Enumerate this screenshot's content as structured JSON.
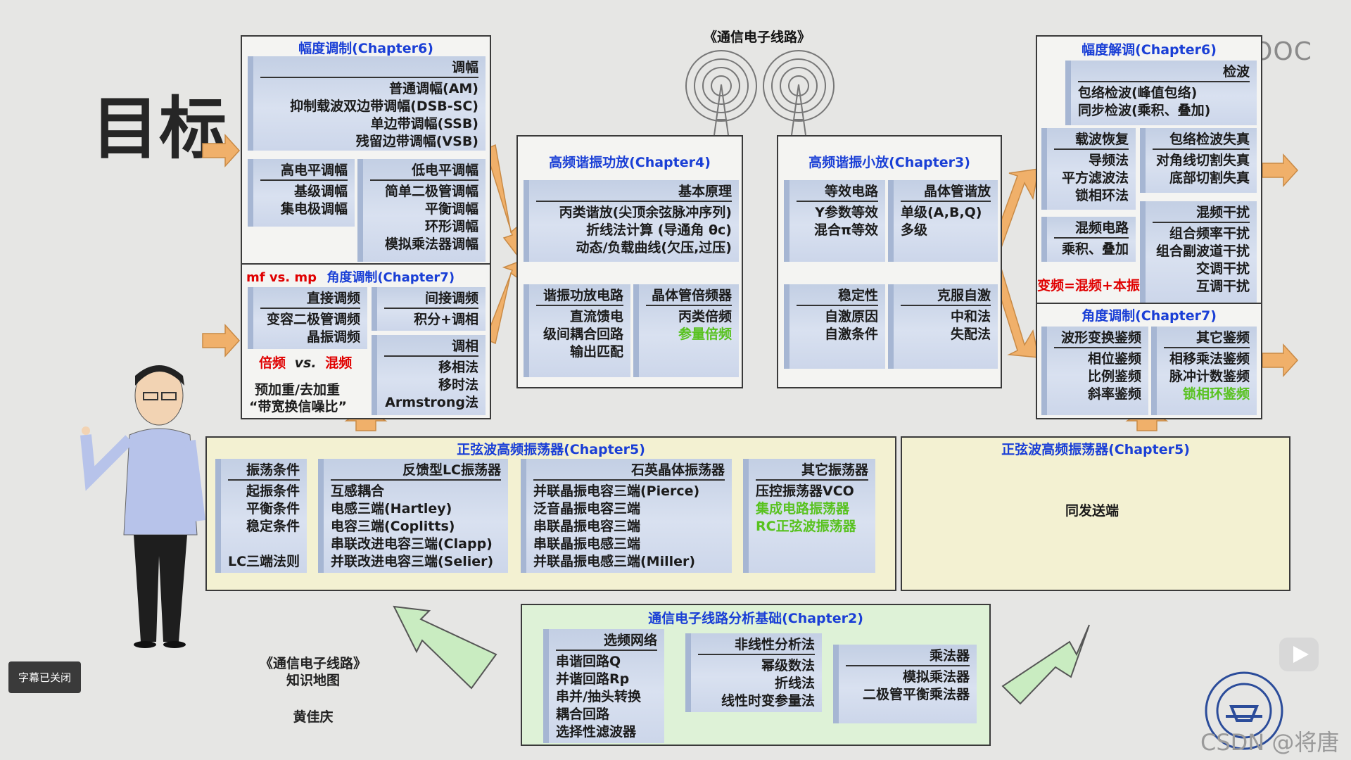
{
  "page_title": "目标",
  "top_title": "《通信电子线路》",
  "watermark": "中国大学MOOC",
  "subtitle_toggle": "字幕已关闭",
  "csdn_mark": "CSDN @将唐",
  "am": {
    "title": "幅度调制(Chapter6)",
    "b1": [
      "调幅",
      "普通调幅(AM)",
      "抑制载波双边带调幅(DSB-SC)",
      "单边带调幅(SSB)",
      "残留边带调幅(VSB)"
    ],
    "b2": [
      "高电平调幅",
      "基级调幅",
      "集电极调幅"
    ],
    "b3": [
      "低电平调幅",
      "简单二极管调幅",
      "平衡调幅",
      "环形调幅",
      "模拟乘法器调幅"
    ]
  },
  "fm": {
    "title_prefix": "mf vs. mp",
    "title": "角度调制(Chapter7)",
    "b1": [
      "直接调频",
      "变容二极管调频",
      "晶振调频"
    ],
    "b2": [
      "间接调频",
      "积分+调相"
    ],
    "b3": [
      "调相",
      "移相法",
      "移时法",
      "Armstrong法"
    ],
    "note_a": "倍频",
    "note_vs": "vs.",
    "note_b": "混频",
    "note2": "预加重/去加重",
    "note3": "“带宽换信噪比”"
  },
  "pa": {
    "title": "高频谐振功放(Chapter4)",
    "b1": [
      "基本原理",
      "丙类谐放(尖顶余弦脉冲序列)",
      "折线法计算 (导通角 θc)",
      "动态/负载曲线(欠压,过压)"
    ],
    "b2": [
      "谐振功放电路",
      "直流馈电",
      "级间耦合回路",
      "输出匹配"
    ],
    "b3": [
      "晶体管倍频器",
      "丙类倍频",
      "参量倍频"
    ]
  },
  "sa": {
    "title": "高频谐振小放(Chapter3)",
    "b1": [
      "等效电路",
      "Y参数等效",
      "混合π等效"
    ],
    "b2": [
      "晶体管谐放",
      "单级(A,B,Q)",
      "多级"
    ],
    "b3": [
      "稳定性",
      "自激原因",
      "自激条件"
    ],
    "b4": [
      "克服自激",
      "中和法",
      "失配法"
    ]
  },
  "dm": {
    "title": "幅度解调(Chapter6)",
    "b1": [
      "检波",
      "包络检波(峰值包络)",
      "同步检波(乘积、叠加)"
    ],
    "b2": [
      "载波恢复",
      "导频法",
      "平方滤波法",
      "锁相环法"
    ],
    "b3": [
      "包络检波失真",
      "对角线切割失真",
      "底部切割失真"
    ],
    "b4": [
      "混频电路",
      "乘积、叠加"
    ],
    "b5": [
      "混频干扰",
      "组合频率干扰",
      "组合副波道干扰",
      "交调干扰",
      "互调干扰"
    ],
    "note": "变频=混频+本振"
  },
  "fd": {
    "title": "角度调制(Chapter7)",
    "b1": [
      "波形变换鉴频",
      "相位鉴频",
      "比例鉴频",
      "斜率鉴频"
    ],
    "b2": [
      "其它鉴频",
      "相移乘法鉴频",
      "脉冲计数鉴频",
      "锁相环鉴频"
    ]
  },
  "osc": {
    "title": "正弦波高频振荡器(Chapter5)",
    "b1": [
      "振荡条件",
      "起振条件",
      "平衡条件",
      "稳定条件",
      "LC三端法则"
    ],
    "b2": [
      "反馈型LC振荡器",
      "互感耦合",
      "电感三端(Hartley)",
      "电容三端(Coplitts)",
      "串联改进电容三端(Clapp)",
      "并联改进电容三端(Selier)"
    ],
    "b3": [
      "石英晶体振荡器",
      "并联晶振电容三端(Pierce)",
      "泛音晶振电容三端",
      "串联晶振电容三端",
      "串联晶振电感三端",
      "并联晶振电感三端(Miller)"
    ],
    "b4": [
      "其它振荡器",
      "压控振荡器VCO",
      "集成电路振荡器",
      "RC正弦波振荡器"
    ]
  },
  "osc2": {
    "title": "正弦波高频振荡器(Chapter5)",
    "text": "同发送端"
  },
  "basics": {
    "title": "通信电子线路分析基础(Chapter2)",
    "b1": [
      "选频网络",
      "串谐回路Q",
      "并谐回路Rp",
      "串并/抽头转换",
      "耦合回路",
      "选择性滤波器"
    ],
    "b2": [
      "非线性分析法",
      "幂级数法",
      "折线法",
      "线性时变参量法"
    ],
    "b3": [
      "乘法器",
      "模拟乘法器",
      "二极管平衡乘法器"
    ]
  },
  "caption": {
    "line1": "《通信电子线路》",
    "line2": "知识地图",
    "author": "黄佳庆"
  },
  "colors": {
    "title_blue": "#1a3fd6",
    "highlight_red": "#e00000",
    "highlight_green": "#58c21f",
    "arrow_orange": "#f0b06a",
    "arrow_green": "#c9ecc1"
  }
}
